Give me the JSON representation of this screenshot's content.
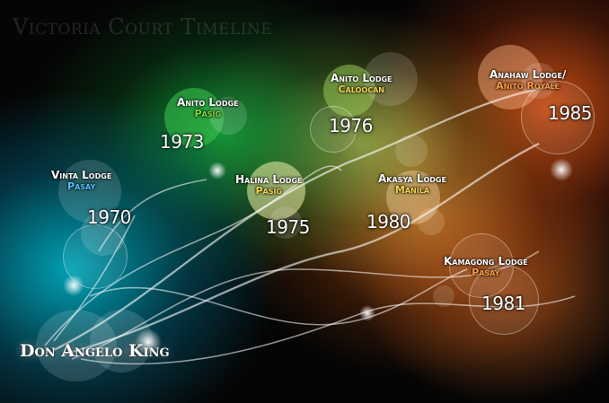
{
  "title": "Victoria Court Timeline",
  "founder": "Don Angelo King",
  "colors": {
    "loc_blue": "#4fc3ff",
    "loc_green": "#7ddc3a",
    "loc_yellow": "#f7d44a",
    "loc_orange": "#ff9a3a"
  },
  "milestones": [
    {
      "lodge": "Vinta Lodge",
      "location": "Pasay",
      "year": "1970"
    },
    {
      "lodge": "Anito Lodge",
      "location": "Pasig",
      "year": "1973"
    },
    {
      "lodge": "Halina Lodge",
      "location": "Pasig",
      "year": "1975"
    },
    {
      "lodge": "Anito Lodge",
      "location": "Caloocan",
      "year": "1976"
    },
    {
      "lodge": "Akasya Lodge",
      "location": "Manila",
      "year": "1980"
    },
    {
      "lodge": "Kamagong Lodge",
      "location": "Pasay",
      "year": "1981"
    },
    {
      "lodge": "Anahaw Lodge/",
      "location": "Anito Royale",
      "year": "1985"
    }
  ]
}
